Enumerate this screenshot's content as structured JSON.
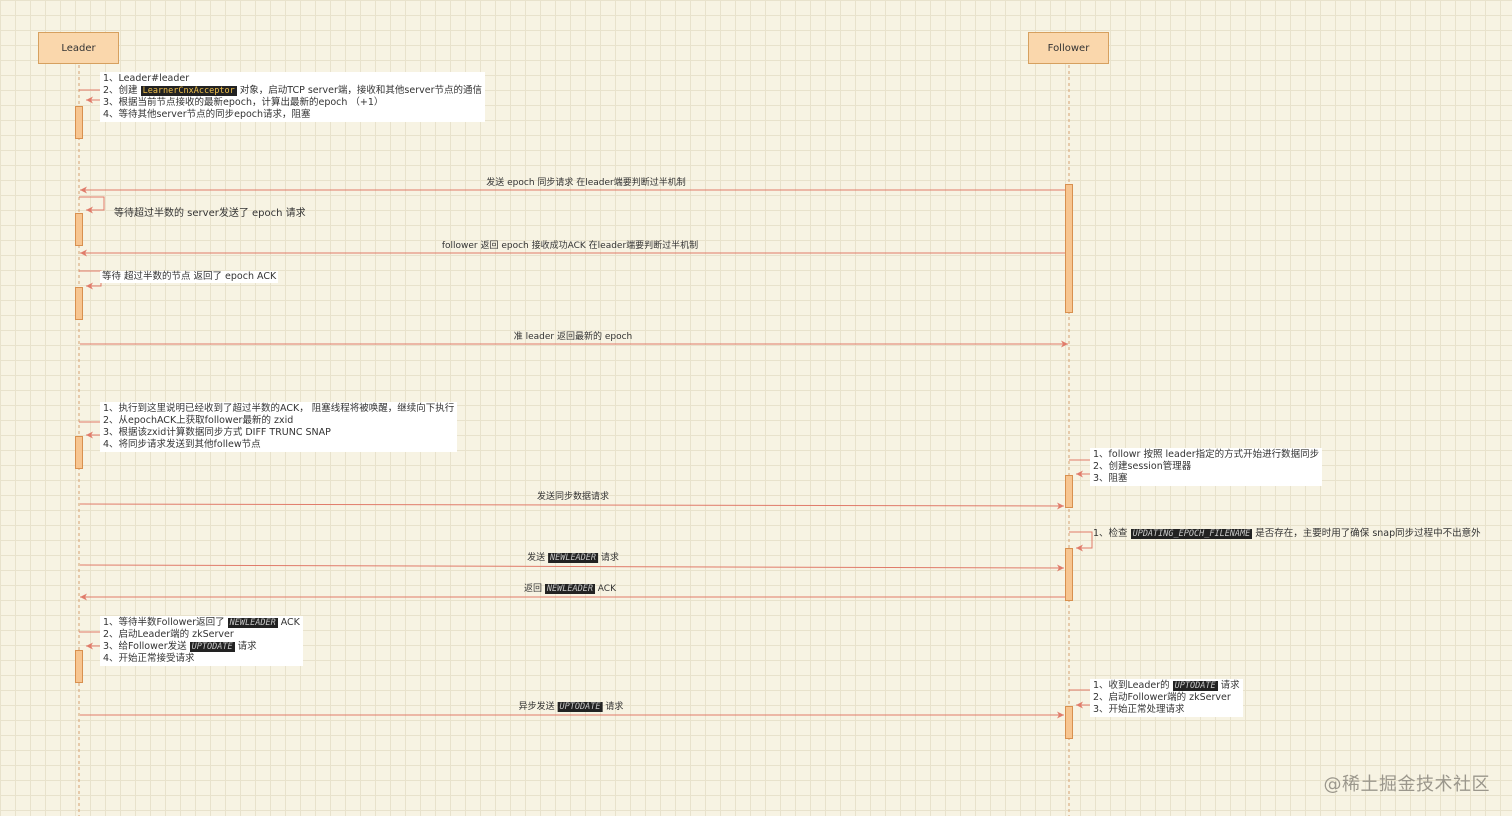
{
  "actors": {
    "leader": "Leader",
    "follower": "Follower"
  },
  "notes": {
    "leader_init": {
      "l1": "1、Leader#leader",
      "l2_pre": "2、创建 ",
      "l2_code": "LearnerCnxAcceptor",
      "l2_post": " 对象，启动TCP server端，接收和其他server节点的通信",
      "l3": "3、根据当前节点接收的最新epoch，计算出最新的epoch （+1）",
      "l4": "4、等待其他server节点的同步epoch请求，阻塞"
    },
    "wait_epoch": "等待超过半数的 server发送了 epoch 请求",
    "wait_ack": "等待 超过半数的节点 返回了 epoch ACK",
    "leader_sync": {
      "l1": "1、执行到这里说明已经收到了超过半数的ACK， 阻塞线程将被唤醒，继续向下执行",
      "l2": "2、从epochACK上获取follower最新的 zxid",
      "l3": "3、根据该zxid计算数据同步方式 DIFF TRUNC SNAP",
      "l4": "4、将同步请求发送到其他follew节点"
    },
    "follower_sync": {
      "l1": "1、followr 按照 leader指定的方式开始进行数据同步",
      "l2": "2、创建session管理器",
      "l3": "3、阻塞"
    },
    "follower_check": {
      "pre": "1、检查 ",
      "code": "UPDATING_EPOCH_FILENAME",
      "post": " 是否存在，主要时用了确保 snap同步过程中不出意外"
    },
    "leader_start": {
      "l1_pre": "1、等待半数Follower返回了 ",
      "l1_code": "NEWLEADER",
      "l1_post": " ACK",
      "l2": "2、启动Leader端的 zkServer",
      "l3_pre": "3、给Follower发送 ",
      "l3_code": "UPTODATE",
      "l3_post": " 请求",
      "l4": "4、开始正常接受请求"
    },
    "follower_start": {
      "l1_pre": "1、收到Leader的 ",
      "l1_code": "UPTODATE",
      "l1_post": " 请求",
      "l2": "2、启动Follower端的 zkServer",
      "l3": "3、开始正常处理请求"
    }
  },
  "messages": {
    "m1": "发送 epoch 同步请求    在leader端要判断过半机制",
    "m2": "follower  返回 epoch 接收成功ACK        在leader端要判断过半机制",
    "m3": "准 leader 返回最新的  epoch",
    "m4": "发送同步数据请求",
    "m5_pre": "发送 ",
    "m5_code": "NEWLEADER",
    "m5_post": " 请求",
    "m6_pre": "返回 ",
    "m6_code": "NEWLEADER",
    "m6_post": " ACK",
    "m7_pre": "异步发送 ",
    "m7_code": "UPTODATE",
    "m7_post": " 请求"
  },
  "colors": {
    "arrow": "#e07b6a",
    "lifeline": "#d6a070",
    "actor_fill": "#fad7ac",
    "activation": "#f7c590"
  },
  "watermark": "@稀土掘金技术社区"
}
